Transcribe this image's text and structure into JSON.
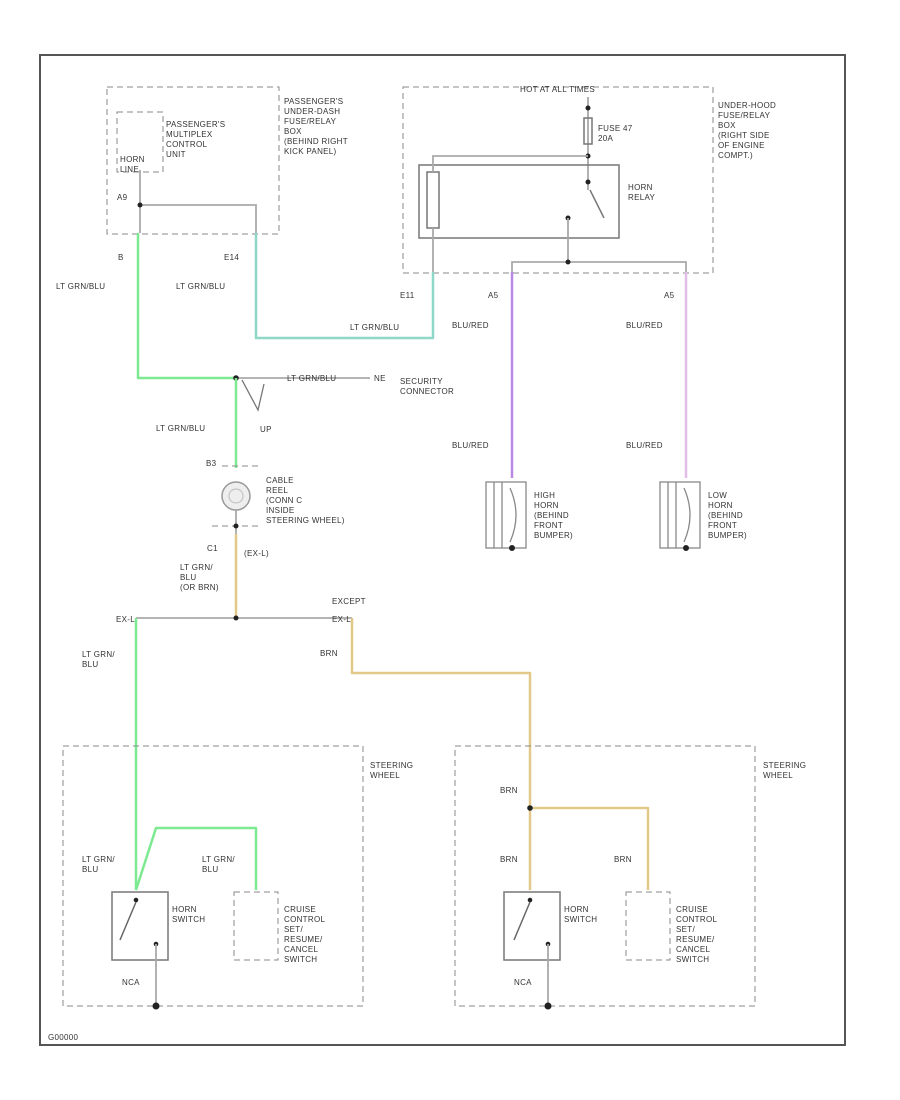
{
  "colors": {
    "lt_grn_blu": "#7dea92",
    "lt_grn_blu_teal": "#8fd8c8",
    "blu_red": "#b889e0",
    "brn": "#e2c98a",
    "gray_wire": "#aaaaaa"
  },
  "labels": {
    "pmcu": [
      "PASSENGER'S",
      "MULTIPLEX",
      "CONTROL",
      "UNIT"
    ],
    "horn_pin": [
      "HORN",
      "LINE"
    ],
    "a9": "A9",
    "pn": [
      "PASSENGER'S",
      "UNDER-DASH",
      "FUSE/RELAY",
      "BOX",
      "(BEHIND RIGHT",
      "KICK PANEL)"
    ],
    "pin_b": "B",
    "pin_e14": "E14",
    "ltgrnblu_left": "LT GRN/BLU",
    "ltgrnblu_mid": "LT GRN/BLU",
    "ltgrnblu_h": "LT GRN/BLU",
    "hot": "HOT AT ALL TIMES",
    "fuse": [
      "FUSE 47",
      "20A"
    ],
    "horn_relay": [
      "HORN",
      "RELAY"
    ],
    "underhood": [
      "UNDER-HOOD",
      "FUSE/RELAY",
      "BOX",
      "(RIGHT SIDE",
      "OF ENGINE",
      "COMPT.)"
    ],
    "pin_e11": "E11",
    "pin_a5_l": "A5",
    "pin_a5_r": "A5",
    "blured_1": "BLU/RED",
    "blured_2": "BLU/RED",
    "blured_3": "BLU/RED",
    "blured_4": "BLU/RED",
    "security_wire": "LT GRN/BLU",
    "security_ne": "NE",
    "security": [
      "SECURITY",
      "CONNECTOR"
    ],
    "up": "UP",
    "ltgrnblu_mid2": "LT GRN/BLU",
    "b3": "B3",
    "cable_reel": [
      "CABLE",
      "REEL",
      "(CONN C",
      "INSIDE",
      "STEERING WHEEL)"
    ],
    "c1": "C1",
    "ex_l": "(EX-L)",
    "lt_grn_blu_or_brn": [
      "LT GRN/",
      "BLU",
      "(OR BRN)"
    ],
    "ex_l_pin": "EX-L",
    "except": [
      "EXCEPT",
      "EX-L"
    ],
    "high_horn": [
      "HIGH",
      "HORN",
      "(BEHIND",
      "FRONT",
      "BUMPER)"
    ],
    "low_horn": [
      "LOW",
      "HORN",
      "(BEHIND",
      "FRONT",
      "BUMPER)"
    ],
    "lt_grn_blu_left": [
      "LT GRN/",
      "BLU"
    ],
    "brn_1": "BRN",
    "steering_wheel_l": [
      "STEERING",
      "WHEEL"
    ],
    "steering_wheel_r": [
      "STEERING",
      "WHEEL"
    ],
    "lt_grn_blu_sw1": [
      "LT GRN/",
      "BLU"
    ],
    "lt_grn_blu_sw2": [
      "LT GRN/",
      "BLU"
    ],
    "brn_sw_top": "BRN",
    "brn_sw1": "BRN",
    "brn_sw2": "BRN",
    "horn_switch_l": [
      "HORN",
      "SWITCH"
    ],
    "horn_switch_r": [
      "HORN",
      "SWITCH"
    ],
    "cruise_l": [
      "CRUISE",
      "CONTROL",
      "SET/",
      "RESUME/",
      "CANCEL",
      "SWITCH"
    ],
    "cruise_r": [
      "CRUISE",
      "CONTROL",
      "SET/",
      "RESUME/",
      "CANCEL",
      "SWITCH"
    ],
    "nca_l": "NCA",
    "nca_r": "NCA",
    "fig_id": "G00000"
  }
}
